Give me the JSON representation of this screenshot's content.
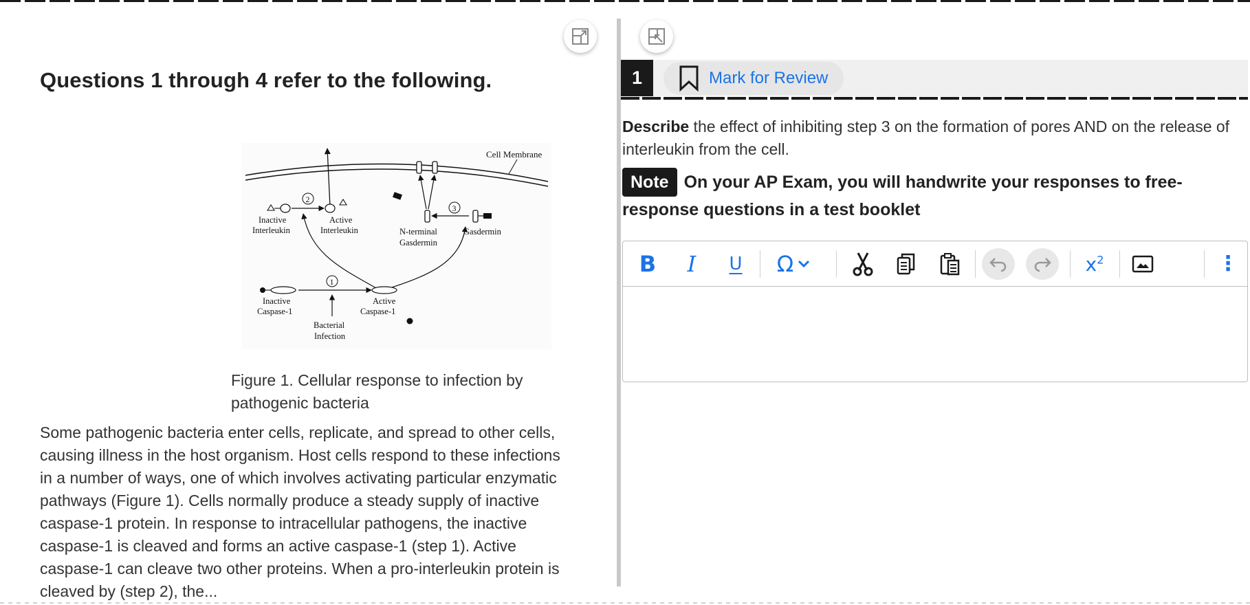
{
  "stimulus": {
    "title": "Questions 1 through 4 refer to the following.",
    "figure": {
      "labels": {
        "cell_membrane": "Cell Membrane",
        "inactive_interleukin_1": "Inactive",
        "inactive_interleukin_2": "Interleukin",
        "active_interleukin_1": "Active",
        "active_interleukin_2": "Interleukin",
        "n_terminal_gasdermin_1": "N-terminal",
        "n_terminal_gasdermin_2": "Gasdermin",
        "gasdermin": "Gasdermin",
        "inactive_caspase_1": "Inactive",
        "inactive_caspase_2": "Caspase-1",
        "active_caspase_1": "Active",
        "active_caspase_2": "Caspase-1",
        "bacterial_infection_1": "Bacterial",
        "bacterial_infection_2": "Infection",
        "step1": "1",
        "step2": "2",
        "step3": "3"
      }
    },
    "caption": "Figure 1. Cellular response to infection by pathogenic bacteria",
    "passage": "Some pathogenic bacteria enter cells, replicate, and spread to other cells, causing illness in the host organism. Host cells respond to these infections in a number of ways, one of which involves activating particular enzymatic pathways (Figure 1). Cells normally produce a steady supply of inactive caspase-1 protein. In response to intracellular pathogens, the inactive caspase-1 is cleaved and forms an active caspase-1 (step 1). Active caspase-1 can cleave two other proteins. When a pro-interleukin protein is cleaved by (step 2), the..."
  },
  "question": {
    "number": "1",
    "mark_for_review": "Mark for Review",
    "prompt_bold": "Describe",
    "prompt_rest": " the effect of inhibiting step 3 on the formation of pores AND on the release of interleukin from the cell.",
    "note_label": "Note",
    "note_text": "On your AP Exam, you will handwrite your responses to free-response questions in a test booklet"
  },
  "toolbar": {
    "bold": "B",
    "italic": "I",
    "underline": "U",
    "special_chars": "Ω",
    "superscript": "x",
    "superscript_exp": "2",
    "more": "⋮"
  },
  "icons": [
    "expand-icon",
    "collapse-icon",
    "bookmark-icon",
    "chevron-down-icon",
    "cut-icon",
    "copy-icon",
    "paste-icon",
    "undo-icon",
    "redo-icon",
    "image-icon"
  ],
  "colors": {
    "accent": "#1a73e8",
    "dark": "#1a1a1a",
    "header_bg": "#f0f0f0"
  }
}
